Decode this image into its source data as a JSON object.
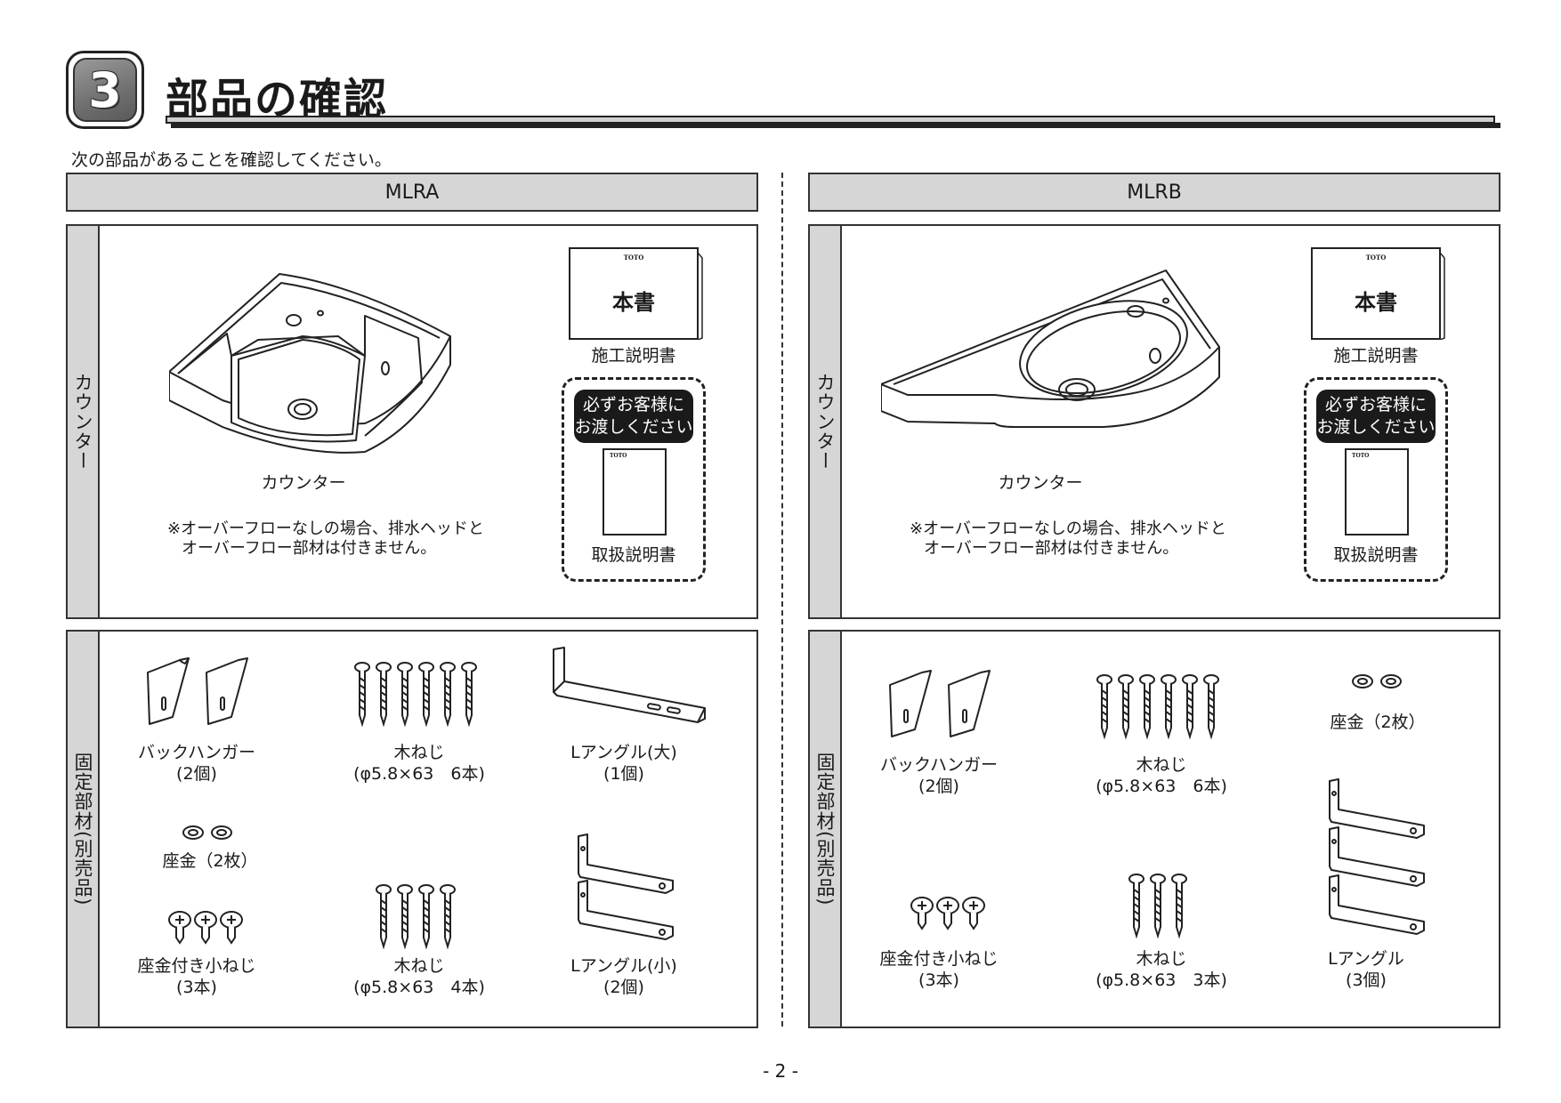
{
  "header": {
    "section_number": "3",
    "title": "部品の確認",
    "intro": "次の部品があることを確認してください。"
  },
  "columns": [
    {
      "model": "MLRA",
      "counter_tab": "カウンター",
      "counter_label": "カウンター",
      "note_line1": "※オーバーフローなしの場合、排水ヘッドと",
      "note_line2": "オーバーフロー部材は付きません。",
      "manual_brand": "TOTO",
      "manual_book": "本書",
      "manual_label": "施工説明書",
      "handover_line1": "必ずお客様に",
      "handover_line2": "お渡しください",
      "booklet_brand": "TOTO",
      "booklet_label": "取扱説明書",
      "parts_tab": "固定部材(別売品)",
      "parts": {
        "back_hanger": [
          "バックハンガー",
          "(2個)"
        ],
        "wood_screw_6": [
          "木ねじ",
          "(φ5.8×63　6本)"
        ],
        "l_angle_large": [
          "Lアングル(大)",
          "(1個)"
        ],
        "washer": [
          "座金（2枚）"
        ],
        "washer_screw": [
          "座金付き小ねじ",
          "(3本)"
        ],
        "wood_screw_4": [
          "木ねじ",
          "(φ5.8×63　4本)"
        ],
        "l_angle_small": [
          "Lアングル(小)",
          "(2個)"
        ]
      }
    },
    {
      "model": "MLRB",
      "counter_tab": "カウンター",
      "counter_label": "カウンター",
      "note_line1": "※オーバーフローなしの場合、排水ヘッドと",
      "note_line2": "オーバーフロー部材は付きません。",
      "manual_brand": "TOTO",
      "manual_book": "本書",
      "manual_label": "施工説明書",
      "handover_line1": "必ずお客様に",
      "handover_line2": "お渡しください",
      "booklet_brand": "TOTO",
      "booklet_label": "取扱説明書",
      "parts_tab": "固定部材(別売品)",
      "parts": {
        "back_hanger": [
          "バックハンガー",
          "(2個)"
        ],
        "wood_screw_6": [
          "木ねじ",
          "(φ5.8×63　6本)"
        ],
        "washer": [
          "座金（2枚）"
        ],
        "washer_screw": [
          "座金付き小ねじ",
          "(3本)"
        ],
        "wood_screw_3": [
          "木ねじ",
          "(φ5.8×63　3本)"
        ],
        "l_angle": [
          "Lアングル",
          "(3個)"
        ]
      }
    }
  ],
  "footer": {
    "page_number": "- 2 -"
  }
}
